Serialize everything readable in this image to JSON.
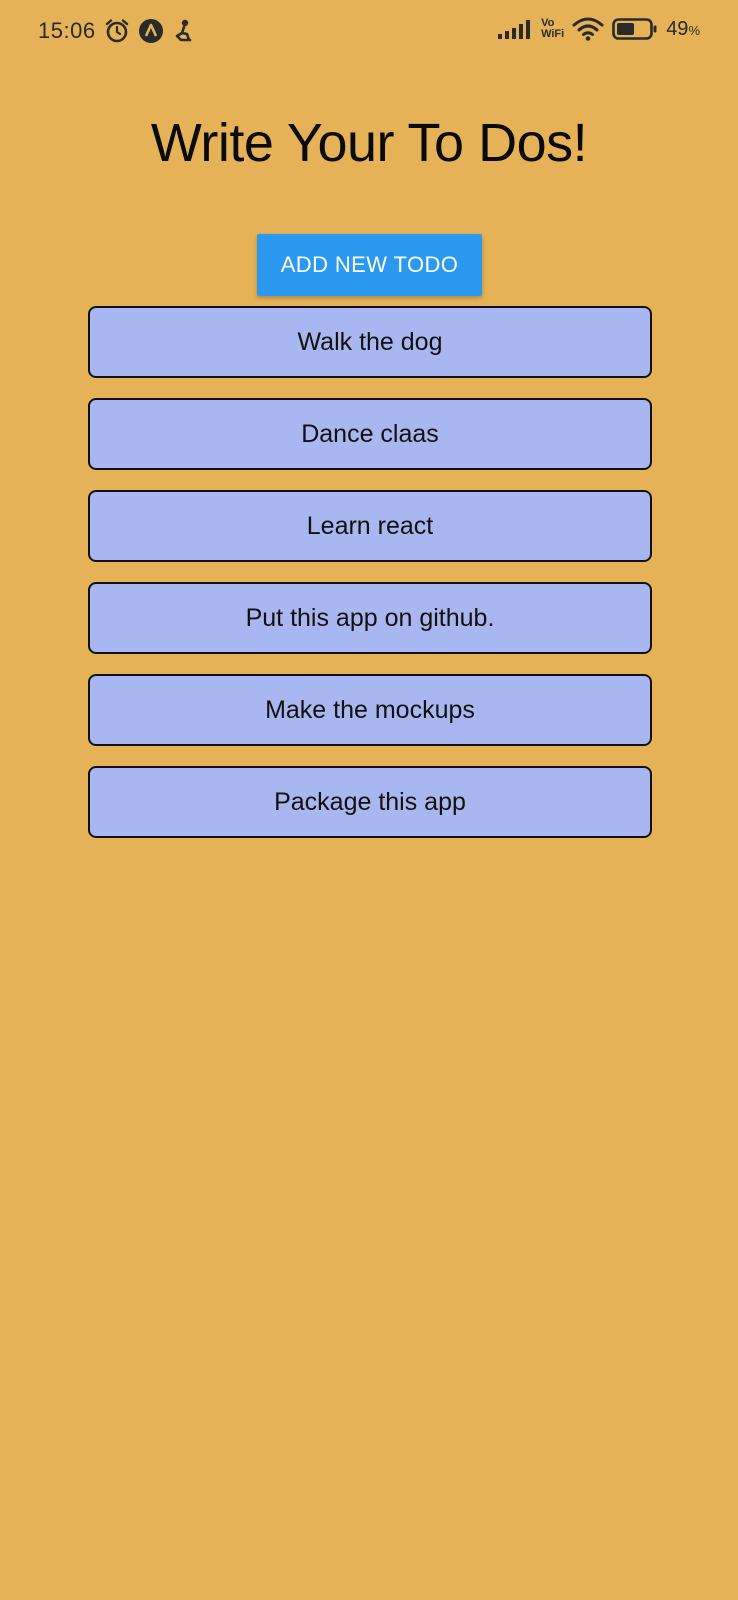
{
  "status_bar": {
    "time": "15:06",
    "vo_label": "Vo",
    "wifi_label": "WiFi",
    "battery_percent": "49",
    "battery_unit": "%",
    "icons": [
      "alarm-icon",
      "app-notification-icon",
      "yoga-icon",
      "signal-icon",
      "vowifi-icon",
      "wifi-icon",
      "battery-icon"
    ]
  },
  "main": {
    "title": "Write Your To Dos!",
    "add_button_label": "ADD NEW TODO",
    "todos": [
      "Walk the dog",
      "Dance claas",
      "Learn react",
      "Put this app on github.",
      "Make the mockups",
      "Package this app"
    ]
  },
  "colors": {
    "background": "#E5B257",
    "button": "#2C99F0",
    "todo_item": "#A9B7F0"
  }
}
